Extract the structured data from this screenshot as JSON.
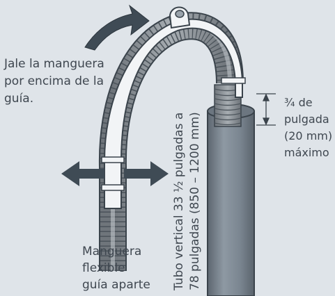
{
  "labels": {
    "pull_over_guide": [
      "Jale la manguera",
      "por encima de la",
      "guía."
    ],
    "flexible_hose": [
      "Manguera",
      "flexible",
      "guía aparte"
    ],
    "max_depth": [
      "¾ de",
      "pulgada",
      "(20 mm)",
      "máximo"
    ],
    "standpipe": [
      "Tubo vertical 33 ½ pulgadas a",
      "78 pulgadas (850 – 1200 mm)"
    ]
  },
  "colors": {
    "background": "#dfe4e9",
    "pipe": "#7b8792",
    "hose": "#8f959b",
    "arrow": "#3f4b55",
    "text": "#3f4750"
  }
}
